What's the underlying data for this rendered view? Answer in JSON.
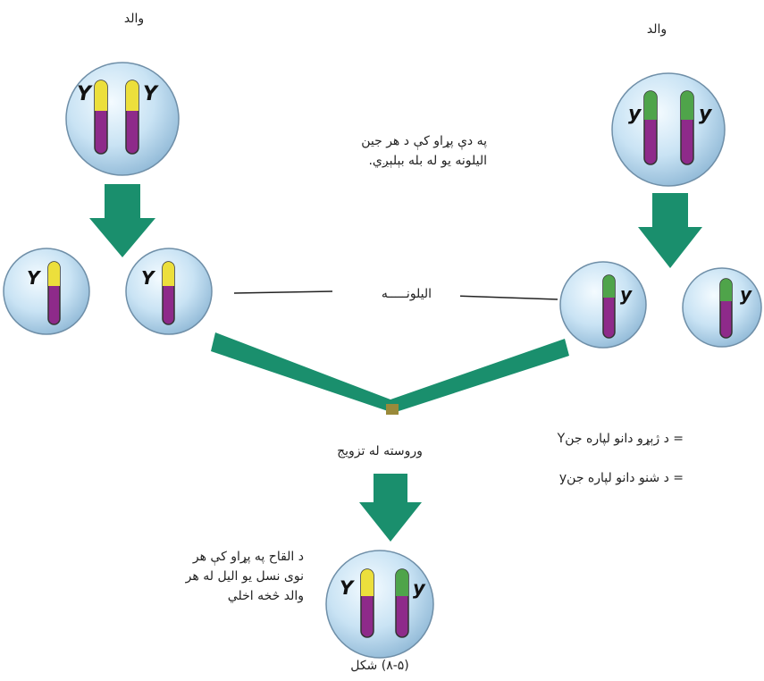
{
  "labels": {
    "parent_left": "والد",
    "parent_right": "والد",
    "segregation_note": "په دې پړاو کې د هر جین\nالیلونه یو له بله بېلېږي.",
    "alleles": "الیلونـــــه",
    "after_mating": "وروسته له تزویج",
    "fertilization_note": "د القاح په پړاو کې هر\nنوی نسل یو الیل له هر\nوالد څخه اخلي",
    "caption": "(۸-۵) شکل"
  },
  "legend": [
    {
      "symbol": "Y",
      "text": "= د ژېړو دانو لپاره جن"
    },
    {
      "symbol": "y",
      "text": "= د شنو دانو لپاره جن"
    }
  ],
  "allele_symbols": {
    "dominant": "Y",
    "recessive": "y"
  },
  "colors": {
    "arrow": "#1a8f6d",
    "chromosome_body": "#8e2a8a",
    "chromosome_yellow": "#ecdf3c",
    "chromosome_green": "#4fa44a",
    "cell_fill": "#b8d8ee",
    "cell_stroke": "#6f8fa8"
  }
}
